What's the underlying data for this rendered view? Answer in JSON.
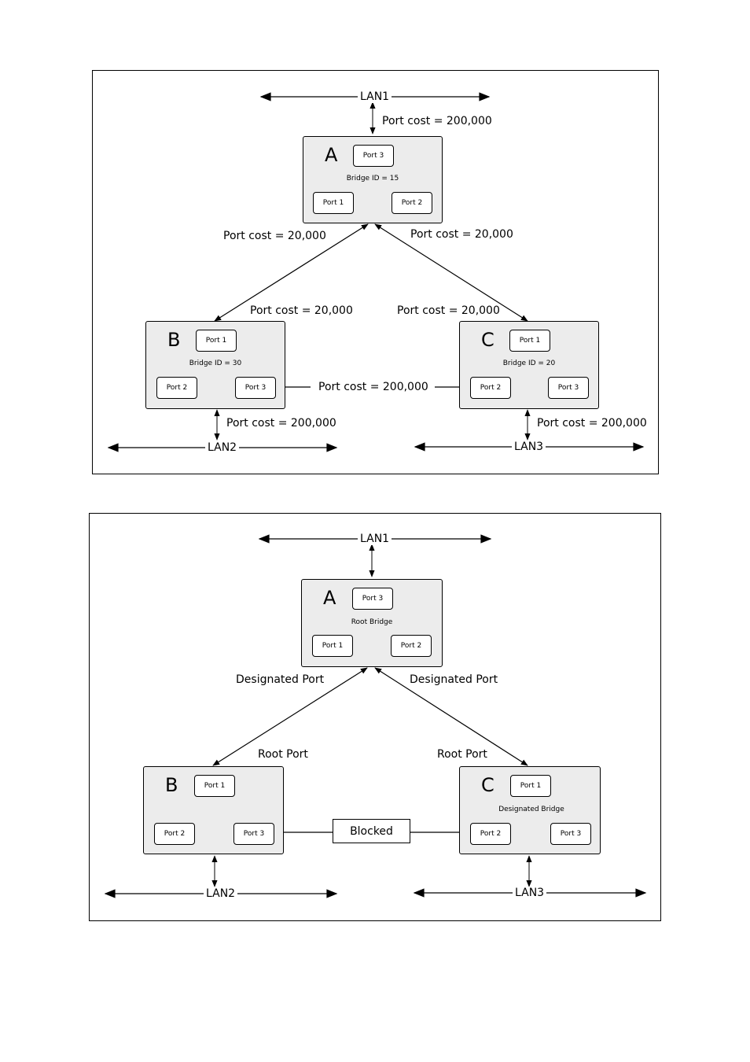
{
  "diagram1": {
    "lan1": "LAN1",
    "lan2": "LAN2",
    "lan3": "LAN3",
    "cost_lan1_a": "Port cost = 200,000",
    "cost_a_left": "Port cost = 20,000",
    "cost_a_right": "Port cost = 20,000",
    "cost_b_top": "Port cost = 20,000",
    "cost_c_top": "Port cost = 20,000",
    "cost_b_c": "Port cost = 200,000",
    "cost_b_lan2": "Port cost = 200,000",
    "cost_c_lan3": "Port cost = 200,000",
    "bridge_a": {
      "letter": "A",
      "info": "Bridge ID = 15",
      "top_port": "Port 3",
      "left_port": "Port 1",
      "right_port": "Port 2"
    },
    "bridge_b": {
      "letter": "B",
      "info": "Bridge ID = 30",
      "top_port": "Port 1",
      "left_port": "Port 2",
      "right_port": "Port 3"
    },
    "bridge_c": {
      "letter": "C",
      "info": "Bridge ID = 20",
      "top_port": "Port 1",
      "left_port": "Port 2",
      "right_port": "Port 3"
    }
  },
  "diagram2": {
    "lan1": "LAN1",
    "lan2": "LAN2",
    "lan3": "LAN3",
    "a_left_role": "Designated Port",
    "a_right_role": "Designated Port",
    "b_top_role": "Root Port",
    "c_top_role": "Root Port",
    "blocked": "Blocked",
    "bridge_a": {
      "letter": "A",
      "info": "Root Bridge",
      "top_port": "Port 3",
      "left_port": "Port 1",
      "right_port": "Port 2"
    },
    "bridge_b": {
      "letter": "B",
      "info": "",
      "top_port": "Port 1",
      "left_port": "Port 2",
      "right_port": "Port 3"
    },
    "bridge_c": {
      "letter": "C",
      "info": "Designated Bridge",
      "top_port": "Port 1",
      "left_port": "Port 2",
      "right_port": "Port 3"
    }
  }
}
